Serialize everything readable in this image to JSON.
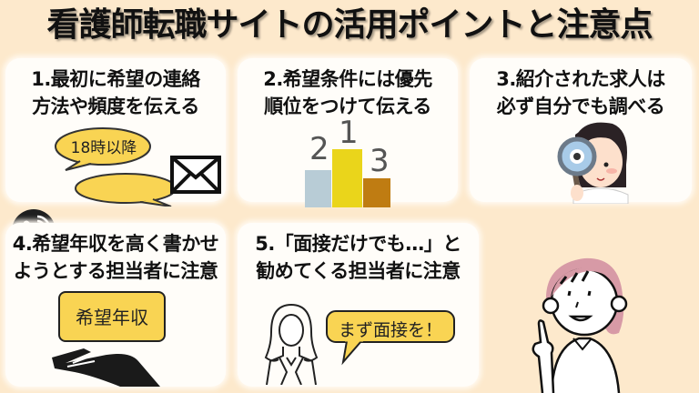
{
  "title": "看護師転職サイトの活用ポイントと注意点",
  "colors": {
    "background": "#fde9cc",
    "card": "#fffdf9",
    "accent_yellow": "#f9d453",
    "podium_blue": "#b8ccd6",
    "podium_yellow": "#ead51b",
    "podium_brown": "#bf7c12",
    "hair_pink": "#d79aa6"
  },
  "cards": [
    {
      "title": "1.最初に希望の連絡\n方法や頻度を伝える",
      "bubble_text": "18時以降",
      "icons": [
        "phone-icon",
        "speech-bubble-icon",
        "mail-icon"
      ]
    },
    {
      "title": "2.希望条件には優先\n順位をつけて伝える",
      "podium": [
        "2",
        "1",
        "3"
      ]
    },
    {
      "title": "3.紹介された求人は\n必ず自分でも調べる",
      "icons": [
        "nurse-magnifier-illustration"
      ]
    },
    {
      "title": "4.希望年収を高く書かせ\nようとする担当者に注意",
      "card_text": "希望年収",
      "icons": [
        "hand-icon"
      ]
    },
    {
      "title": "5.「面接だけでも…」と\n勧めてくる担当者に注意",
      "bubble_text": "まず面接を！",
      "icons": [
        "woman-outline-icon"
      ]
    }
  ],
  "illustration": "nurse-pointing-illustration"
}
